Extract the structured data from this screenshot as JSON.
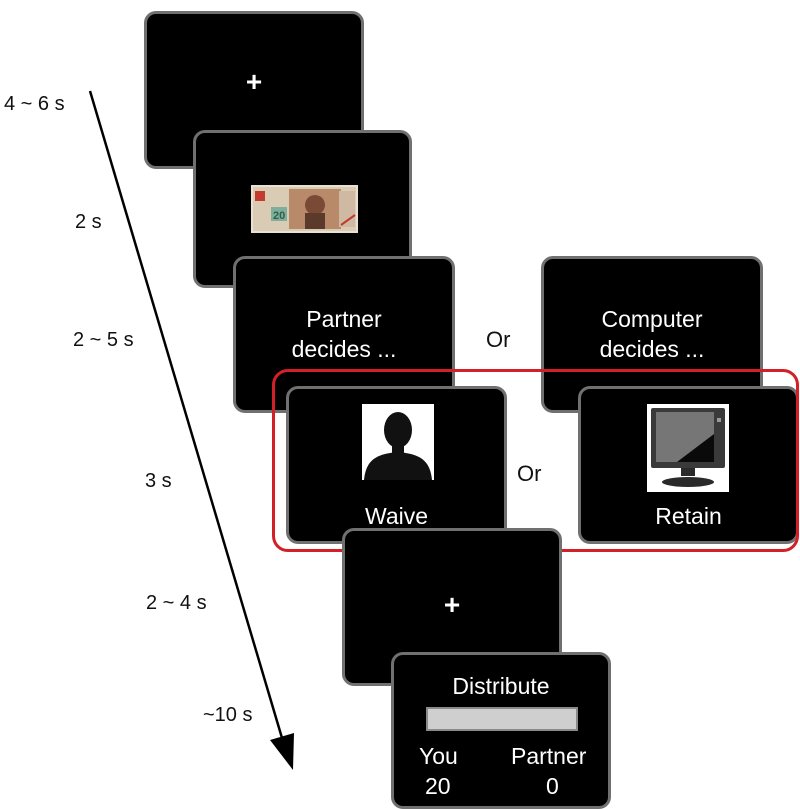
{
  "timeline": {
    "durations": [
      "4 ~ 6 s",
      "2 s",
      "2 ~ 5 s",
      "3 s",
      "2 ~ 4 s",
      "~10 s"
    ]
  },
  "screens": {
    "fixation_1": {
      "symbol": "+"
    },
    "money": {
      "image": "twenty-yuan-banknote"
    },
    "partner_decides": {
      "text": "Partner\ndecides ..."
    },
    "computer_decides": {
      "text": "Computer\ndecides ..."
    },
    "waive": {
      "label": "Waive",
      "image": "person-silhouette"
    },
    "retain": {
      "label": "Retain",
      "image": "computer-monitor"
    },
    "fixation_2": {
      "symbol": "+"
    },
    "distribute": {
      "title": "Distribute",
      "left_label": "You",
      "left_value": "20",
      "right_label": "Partner",
      "right_value": "0"
    }
  },
  "connectors": {
    "or_top": "Or",
    "or_bottom": "Or"
  },
  "colors": {
    "screen_bg": "#000000",
    "screen_border": "#707070",
    "highlight": "#d32027",
    "bar": "#cfcfcf"
  }
}
